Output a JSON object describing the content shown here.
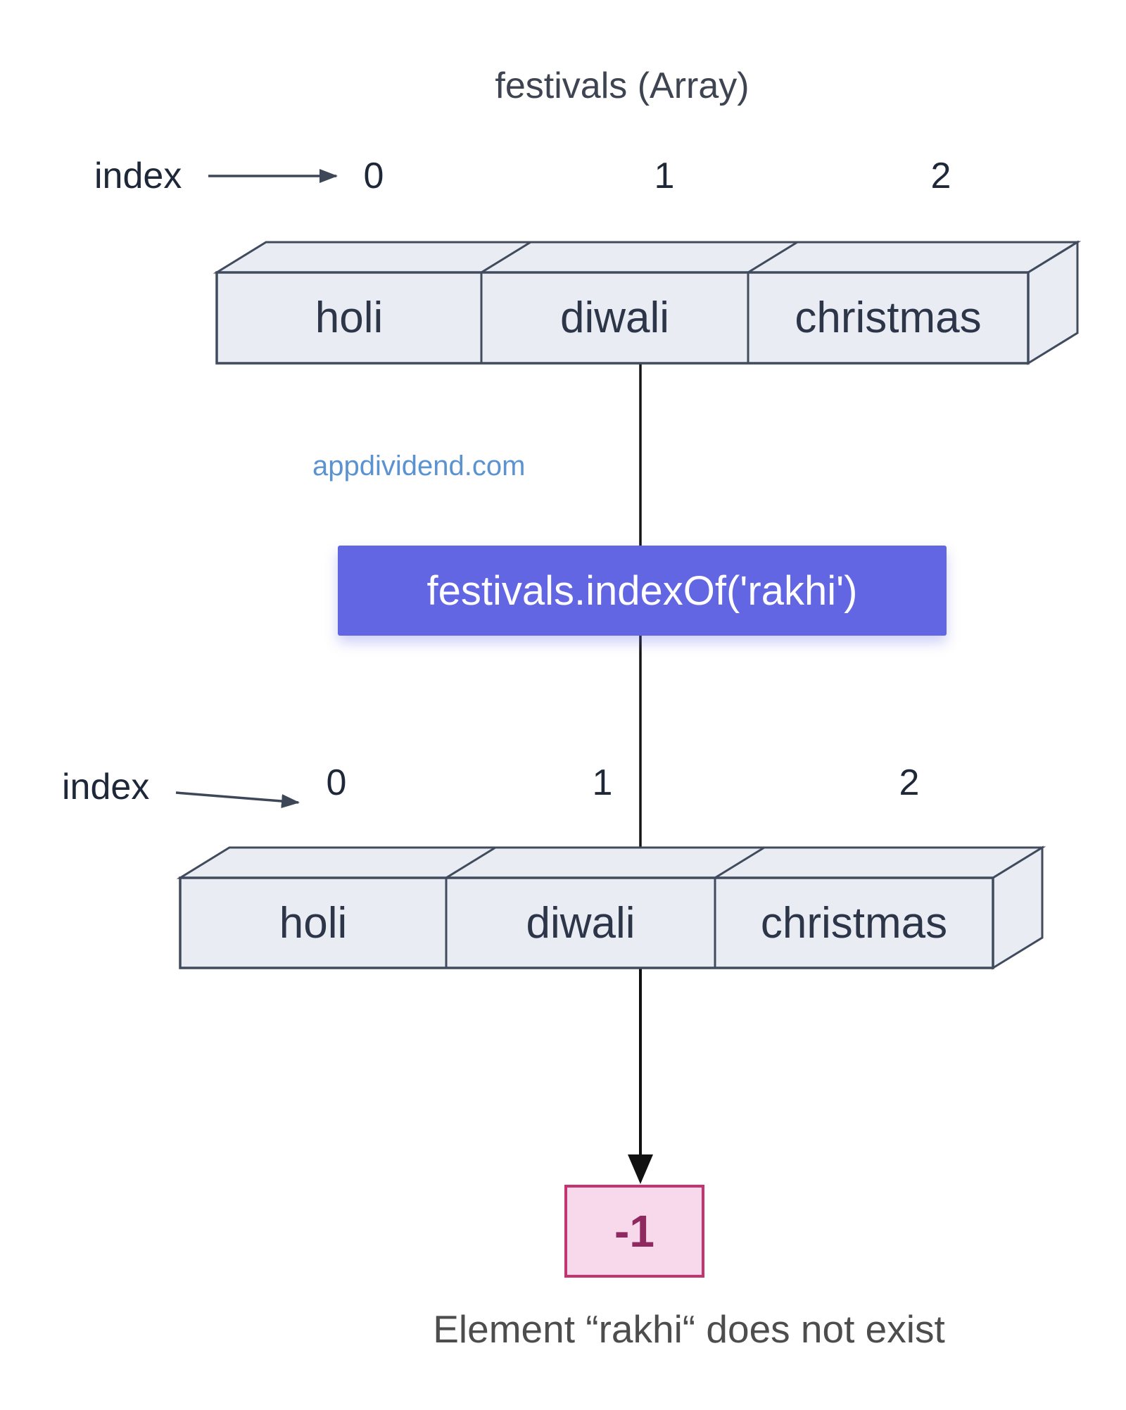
{
  "title": "festivals (Array)",
  "watermark": "appdividend.com",
  "index_rows": {
    "top": {
      "label": "index",
      "indices": [
        "0",
        "1",
        "2"
      ]
    },
    "bottom": {
      "label": "index",
      "indices": [
        "0",
        "1",
        "2"
      ]
    }
  },
  "arrays": {
    "top": {
      "cells": [
        "holi",
        "diwali",
        "christmas"
      ]
    },
    "bottom": {
      "cells": [
        "holi",
        "diwali",
        "christmas"
      ]
    }
  },
  "code_box": {
    "label": "festivals.indexOf('rakhi')"
  },
  "result_box": {
    "value": "-1"
  },
  "caption": "Element “rakhi“ does not exist",
  "colors": {
    "background": "#ffffff",
    "array_fill": "#e9ecf2",
    "array_border": "#414b5e",
    "cell_text": "#2d3548",
    "index_text": "#1f2839",
    "index_arrow": "#3e4757",
    "title_text": "#3e4451",
    "watermark_text": "#5b93d1",
    "code_box_bg": "#6366e3",
    "code_box_text": "#ffffff",
    "connector_line": "#151515",
    "result_box_bg": "#f8d9eb",
    "result_box_border": "#c23571",
    "result_box_text": "#8f2a61",
    "caption_text": "#4d4d4d"
  }
}
